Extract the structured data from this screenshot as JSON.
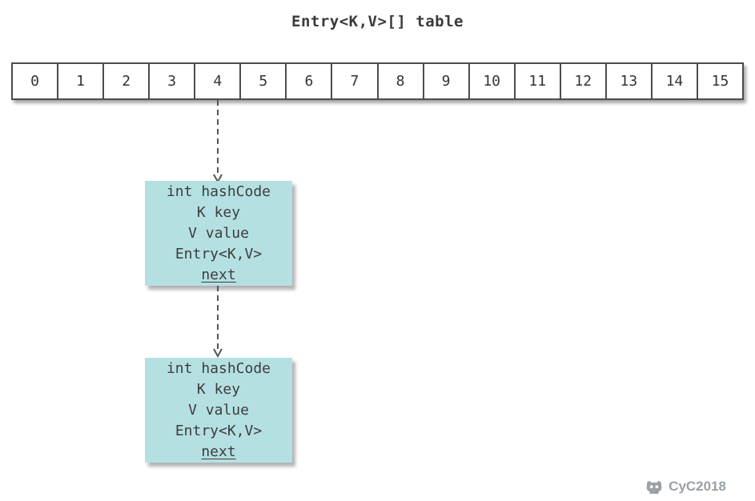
{
  "title": "Entry<K,V>[] table",
  "array": {
    "cells": [
      "0",
      "1",
      "2",
      "3",
      "4",
      "5",
      "6",
      "7",
      "8",
      "9",
      "10",
      "11",
      "12",
      "13",
      "14",
      "15"
    ]
  },
  "entry_node": {
    "fields": [
      "int hashCode",
      "K key",
      "V value",
      "Entry<K,V>",
      "next"
    ]
  },
  "watermark": {
    "text": "CyC2018"
  },
  "colors": {
    "node_fill": "#b5e0e2",
    "border": "#4c4c4c",
    "text": "#3d3d3d",
    "arrow": "#555555",
    "watermark": "#9aa0a6"
  }
}
